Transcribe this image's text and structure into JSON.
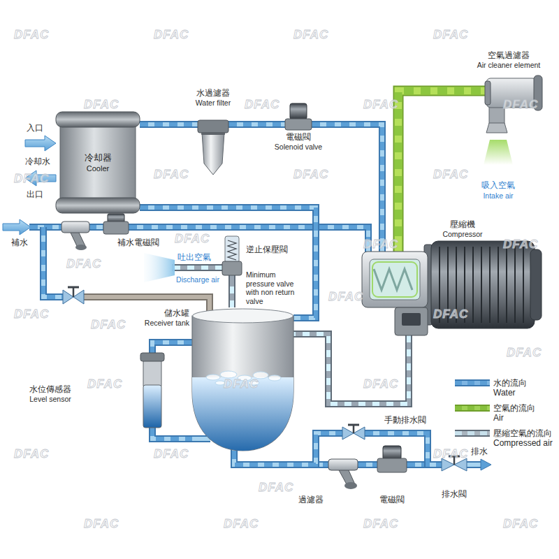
{
  "diagram": {
    "nodes": [
      {
        "text": [
          "空氣過濾器",
          "Air cleaner element"
        ]
      },
      {
        "text": [
          "水過濾器",
          "Water filter"
        ]
      },
      {
        "text": [
          "電磁閥",
          "Solenoid valve"
        ]
      },
      {
        "text": [
          "冷却器",
          "Cooler"
        ]
      },
      {
        "text": [
          "壓縮機",
          "Compressor"
        ]
      },
      {
        "text": [
          "補水電磁閥"
        ]
      },
      {
        "text": [
          "逆止保壓閥",
          "Minimum pressure valve with non return valve"
        ]
      },
      {
        "text": [
          "儲水罐",
          "Receiver tank"
        ]
      },
      {
        "text": [
          "水位傳感器",
          "Level sensor"
        ]
      },
      {
        "text": [
          "手動排水閥"
        ]
      },
      {
        "text": [
          "過濾器"
        ]
      },
      {
        "text": [
          "電磁閥"
        ]
      },
      {
        "text": [
          "排水閥"
        ]
      }
    ],
    "edges": [
      {
        "from": 0,
        "to": 4,
        "arrow": "none"
      },
      {
        "from": 3,
        "to": 1,
        "arrow": "none"
      },
      {
        "from": 1,
        "to": 2,
        "arrow": "none"
      },
      {
        "from": 2,
        "to": 4,
        "arrow": "none"
      },
      {
        "from": 5,
        "to": 4,
        "arrow": "none"
      },
      {
        "from": 3,
        "to": 7,
        "arrow": "none"
      },
      {
        "from": 4,
        "to": 7,
        "arrow": "none"
      },
      {
        "from": 7,
        "to": 6,
        "arrow": "none"
      },
      {
        "from": 7,
        "to": 8,
        "arrow": "none"
      },
      {
        "from": 8,
        "to": 7,
        "arrow": "none"
      },
      {
        "from": 7,
        "to": 10,
        "arrow": "none"
      },
      {
        "from": 7,
        "to": 9,
        "arrow": "none"
      },
      {
        "from": 10,
        "to": 11,
        "arrow": "none"
      },
      {
        "from": 11,
        "to": 12,
        "arrow": "none"
      },
      {
        "from": 9,
        "to": 12,
        "arrow": "none"
      }
    ],
    "labels": [
      "入口",
      "冷却水",
      "出口",
      "吸入空氣",
      "Intake air",
      "補水",
      "吐出空氣",
      "Discharge air",
      "排水",
      "DFAC",
      "DFAC",
      "DFAC",
      "DFAC",
      "DFAC",
      "DFAC",
      "DFAC",
      "DFAC",
      "DFAC",
      "DFAC",
      "DFAC",
      "DFAC",
      "DFAC",
      "DFAC",
      "DFAC",
      "DFAC",
      "DFAC",
      "DFAC",
      "DFAC",
      "DFAC",
      "DFAC",
      "DFAC",
      "DFAC",
      "DFAC",
      "DFAC",
      "DFAC",
      "DFAC",
      "DFAC",
      "DFAC",
      "DFAC",
      "DFAC",
      "DFAC"
    ],
    "legend": [
      {
        "text": "水的流向 Water",
        "color": "#7fb6e3"
      },
      {
        "text": "空氣的流向 Air",
        "color": "#9fd255"
      },
      {
        "text": "壓縮空氣的流向 Compressed air",
        "color": "#a9b4be"
      }
    ]
  }
}
